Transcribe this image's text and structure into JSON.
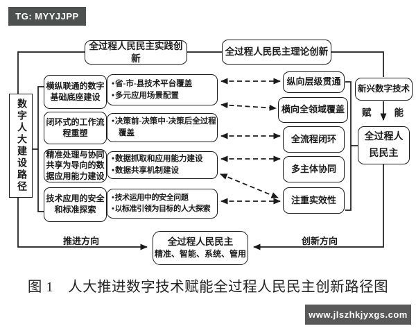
{
  "badges": {
    "tg": "TG: MYYJJPP",
    "site": "www.jlszhkjyxgs.com"
  },
  "top": {
    "practice": "全过程人民民主实践创新",
    "theory": "全过程人民民主理论创新"
  },
  "spine": "数字人大建设路径",
  "path_items": [
    {
      "title": "横纵联通的数字基础底座建设",
      "bullets": [
        "省-市-县技术平台覆盖",
        "多元应用场景配置"
      ]
    },
    {
      "title": "闭环式的工作流程重塑",
      "bullets": [
        "决策前-决策中-决策后全过程覆盖"
      ]
    },
    {
      "title": "精准处理与协同共享为导向的数据应用能力建设",
      "bullets": [
        "数据抓取和应用能力建设",
        "数据共享机制建设"
      ]
    },
    {
      "title": "技术应用的安全和标准探索",
      "bullets": [
        "技术运用中的安全问题",
        "以标准引领为目标的人大探索"
      ]
    }
  ],
  "features": [
    "纵向层级贯通",
    "横向全领域覆盖",
    "全流程闭环",
    "多主体协同",
    "注重实效性"
  ],
  "right_chain": {
    "tech": "新兴数字技术",
    "empower_left": "赋",
    "empower_right": "能",
    "democracy": "全过程人民民主"
  },
  "bottom_box": {
    "line1": "全过程人民民主",
    "line2": "精准、智能、系统、管用"
  },
  "labels": {
    "promote": "推进方向",
    "innovate": "创新方向"
  },
  "caption": "图 1　人大推进数字技术赋能全过程人民民主创新路径图",
  "colors": {
    "line": "#1b1b1b",
    "tg_badge_bg": "#4d5150",
    "site_badge_bg": "#595959"
  }
}
